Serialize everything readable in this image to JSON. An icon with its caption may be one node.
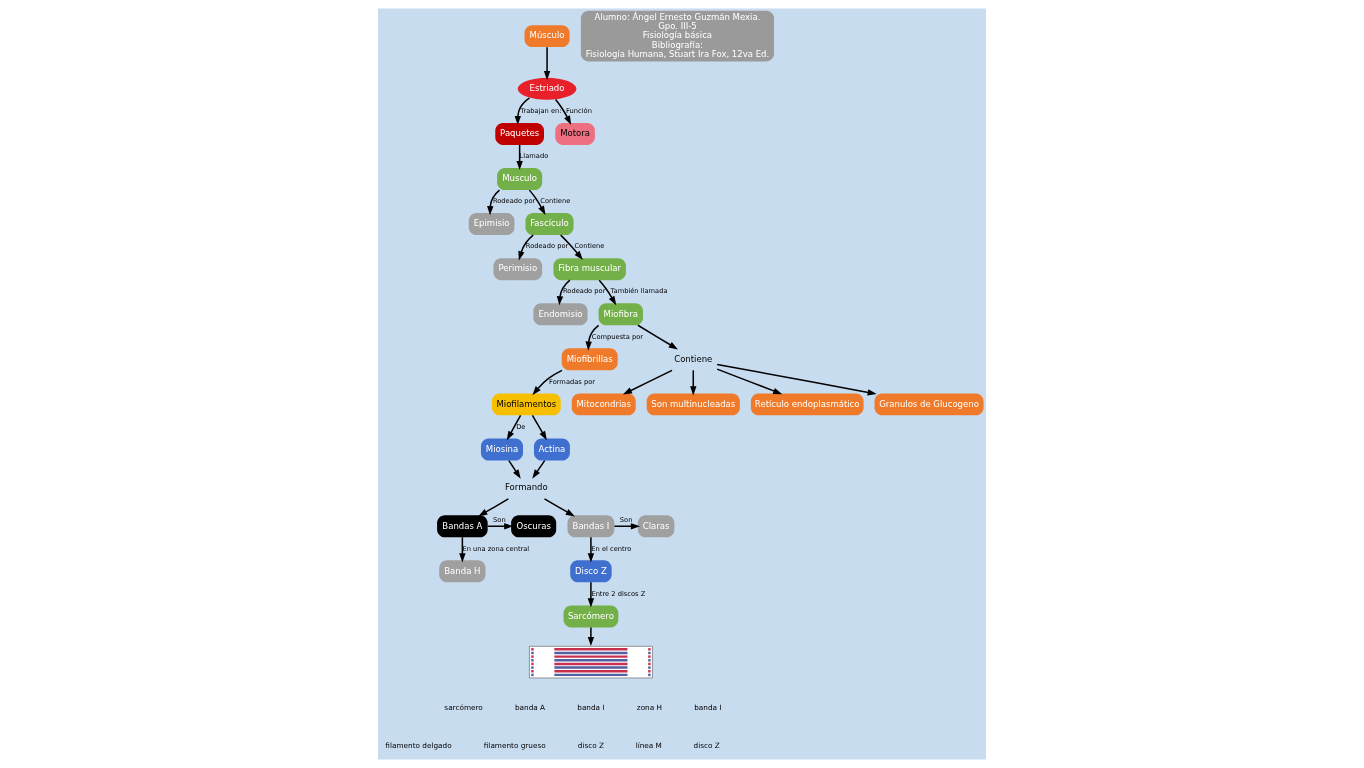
{
  "diagram": {
    "nodes": [
      {
        "text": [
          "Músculo"
        ]
      },
      {
        "text": [
          "Estriado"
        ]
      },
      {
        "text": [
          "Paquetes"
        ]
      },
      {
        "text": [
          "Motora"
        ]
      },
      {
        "text": [
          "Musculo"
        ]
      },
      {
        "text": [
          "Epimisio"
        ]
      },
      {
        "text": [
          "Fascículo"
        ]
      },
      {
        "text": [
          "Perimisio"
        ]
      },
      {
        "text": [
          "Fibra muscular"
        ]
      },
      {
        "text": [
          "Endomisio"
        ]
      },
      {
        "text": [
          "Miofibra"
        ]
      },
      {
        "text": [
          "Miofibrillas"
        ]
      },
      {
        "text": [
          "Miofilamentos"
        ]
      },
      {
        "text": [
          "Miosina"
        ]
      },
      {
        "text": [
          "Actina"
        ]
      },
      {
        "text": [
          "Formando"
        ]
      },
      {
        "text": [
          "Contiene"
        ]
      },
      {
        "text": [
          "Mitocondrias"
        ]
      },
      {
        "text": [
          "Son multinucleadas"
        ]
      },
      {
        "text": [
          "Retículo endoplasmático"
        ]
      },
      {
        "text": [
          "Granulos de Glucogeno"
        ]
      },
      {
        "text": [
          "Bandas A"
        ]
      },
      {
        "text": [
          "Bandas I"
        ]
      },
      {
        "text": [
          "Banda H"
        ]
      },
      {
        "text": [
          "Oscuras"
        ]
      },
      {
        "text": [
          "Claras"
        ]
      },
      {
        "text": [
          "Disco Z"
        ]
      },
      {
        "text": [
          "Sarcómero"
        ]
      },
      {
        "text": [],
        "shape": "picture"
      },
      {
        "text": [
          "Alumno: Ángel Ernesto Guzmán Mexia.",
          "Gpo. III-5",
          "Fisiología básica",
          "Bibliografía:",
          "Fisiología Humana, Stuart Ira Fox, 12va Ed."
        ]
      }
    ],
    "edges": [
      {
        "from": 0,
        "to": 1,
        "arrow": "to"
      },
      {
        "from": 1,
        "to": 2,
        "arrow": "to",
        "label": "Trabajan en:"
      },
      {
        "from": 1,
        "to": 3,
        "arrow": "to",
        "label": "Función"
      },
      {
        "from": 2,
        "to": 4,
        "arrow": "to",
        "label": "Llamado"
      },
      {
        "from": 4,
        "to": 6,
        "arrow": "to",
        "label": "Contiene"
      },
      {
        "from": 4,
        "to": 5,
        "arrow": "to",
        "label": "Rodeado por"
      },
      {
        "from": 6,
        "to": 8,
        "arrow": "to",
        "label": "Contiene"
      },
      {
        "from": 6,
        "to": 7,
        "arrow": "to",
        "label": "Rodeado por"
      },
      {
        "from": 8,
        "to": 9,
        "arrow": "to",
        "label": "Rodeado por"
      },
      {
        "from": 8,
        "to": 10,
        "arrow": "to",
        "label": "También llamada"
      },
      {
        "from": 10,
        "to": 11,
        "arrow": "to",
        "label": "Compuesta por"
      },
      {
        "from": 10,
        "to": 16,
        "arrow": "to"
      },
      {
        "from": 11,
        "to": 12,
        "arrow": "to",
        "label": "Formadas por"
      },
      {
        "from": 12,
        "to": 13,
        "arrow": "to",
        "label": "De"
      },
      {
        "from": 12,
        "to": 14,
        "arrow": "to"
      },
      {
        "from": 13,
        "to": 15,
        "arrow": "to"
      },
      {
        "from": 14,
        "to": 15,
        "arrow": "to"
      },
      {
        "from": 15,
        "to": 21,
        "arrow": "to"
      },
      {
        "from": 15,
        "to": 22,
        "arrow": "to"
      },
      {
        "from": 21,
        "to": 23,
        "arrow": "to",
        "label": "En una zona central"
      },
      {
        "from": 21,
        "to": 24,
        "arrow": "to",
        "label": "Son"
      },
      {
        "from": 22,
        "to": 25,
        "arrow": "to",
        "label": "Son"
      },
      {
        "from": 22,
        "to": 26,
        "arrow": "to",
        "label": "En el centro"
      },
      {
        "from": 26,
        "to": 27,
        "arrow": "to",
        "label": "Entre 2 discos Z"
      },
      {
        "from": 27,
        "to": 28,
        "arrow": "to"
      },
      {
        "from": 16,
        "to": 17,
        "arrow": "to"
      },
      {
        "from": 16,
        "to": 18,
        "arrow": "to"
      },
      {
        "from": 16,
        "to": 19,
        "arrow": "to"
      },
      {
        "from": 16,
        "to": 20,
        "arrow": "to"
      }
    ],
    "labels": [
      "sarcómero",
      "banda A",
      "banda I",
      "zona H",
      "banda I",
      "filamento delgado",
      "filamento grueso",
      "disco Z",
      "línea M",
      "disco Z"
    ]
  }
}
